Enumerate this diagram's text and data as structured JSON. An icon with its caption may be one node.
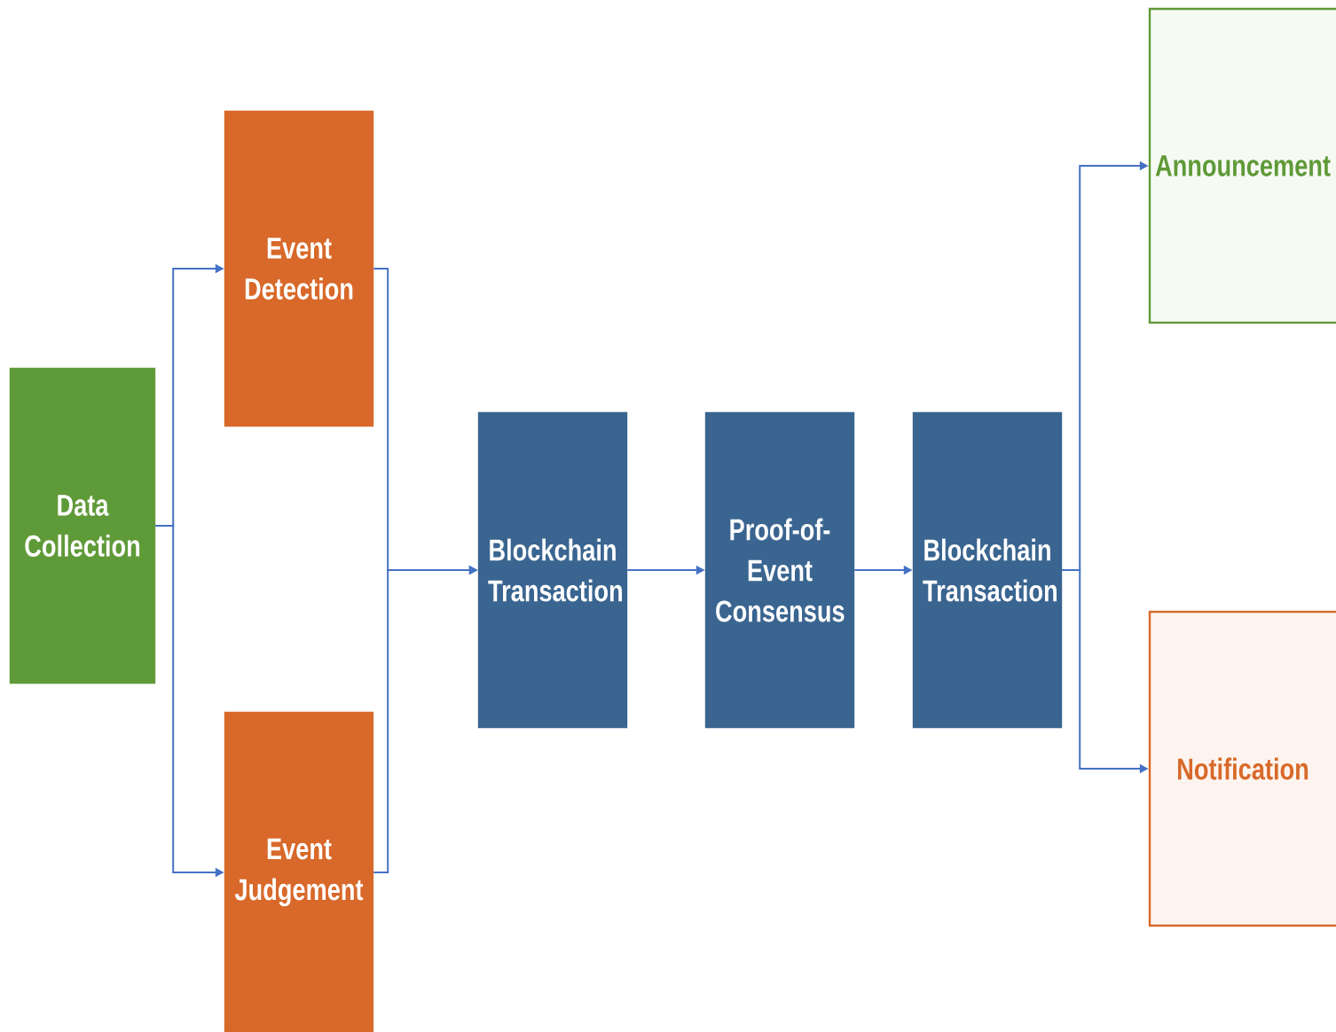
{
  "diagram": {
    "nodes": [
      {
        "text": [
          "Data Collection"
        ]
      },
      {
        "text": [
          "Event Detection"
        ]
      },
      {
        "text": [
          "Event Judgement"
        ]
      },
      {
        "text": [
          "Blockchain Transaction"
        ]
      },
      {
        "text": [
          "Proof-of- Event Consensus"
        ]
      },
      {
        "text": [
          "Blockchain Transaction"
        ]
      },
      {
        "text": [
          "Announcement"
        ]
      },
      {
        "text": [
          "Notification"
        ]
      }
    ],
    "edges": [
      {
        "from": 0,
        "to": 1,
        "arrow": "to"
      },
      {
        "from": 0,
        "to": 2,
        "arrow": "to"
      },
      {
        "from": 1,
        "to": 3,
        "arrow": "to"
      },
      {
        "from": 2,
        "to": 3,
        "arrow": "to"
      },
      {
        "from": 3,
        "to": 4,
        "arrow": "to"
      },
      {
        "from": 4,
        "to": 5,
        "arrow": "to"
      },
      {
        "from": 5,
        "to": 6,
        "arrow": "to"
      },
      {
        "from": 5,
        "to": 7,
        "arrow": "to"
      }
    ]
  }
}
